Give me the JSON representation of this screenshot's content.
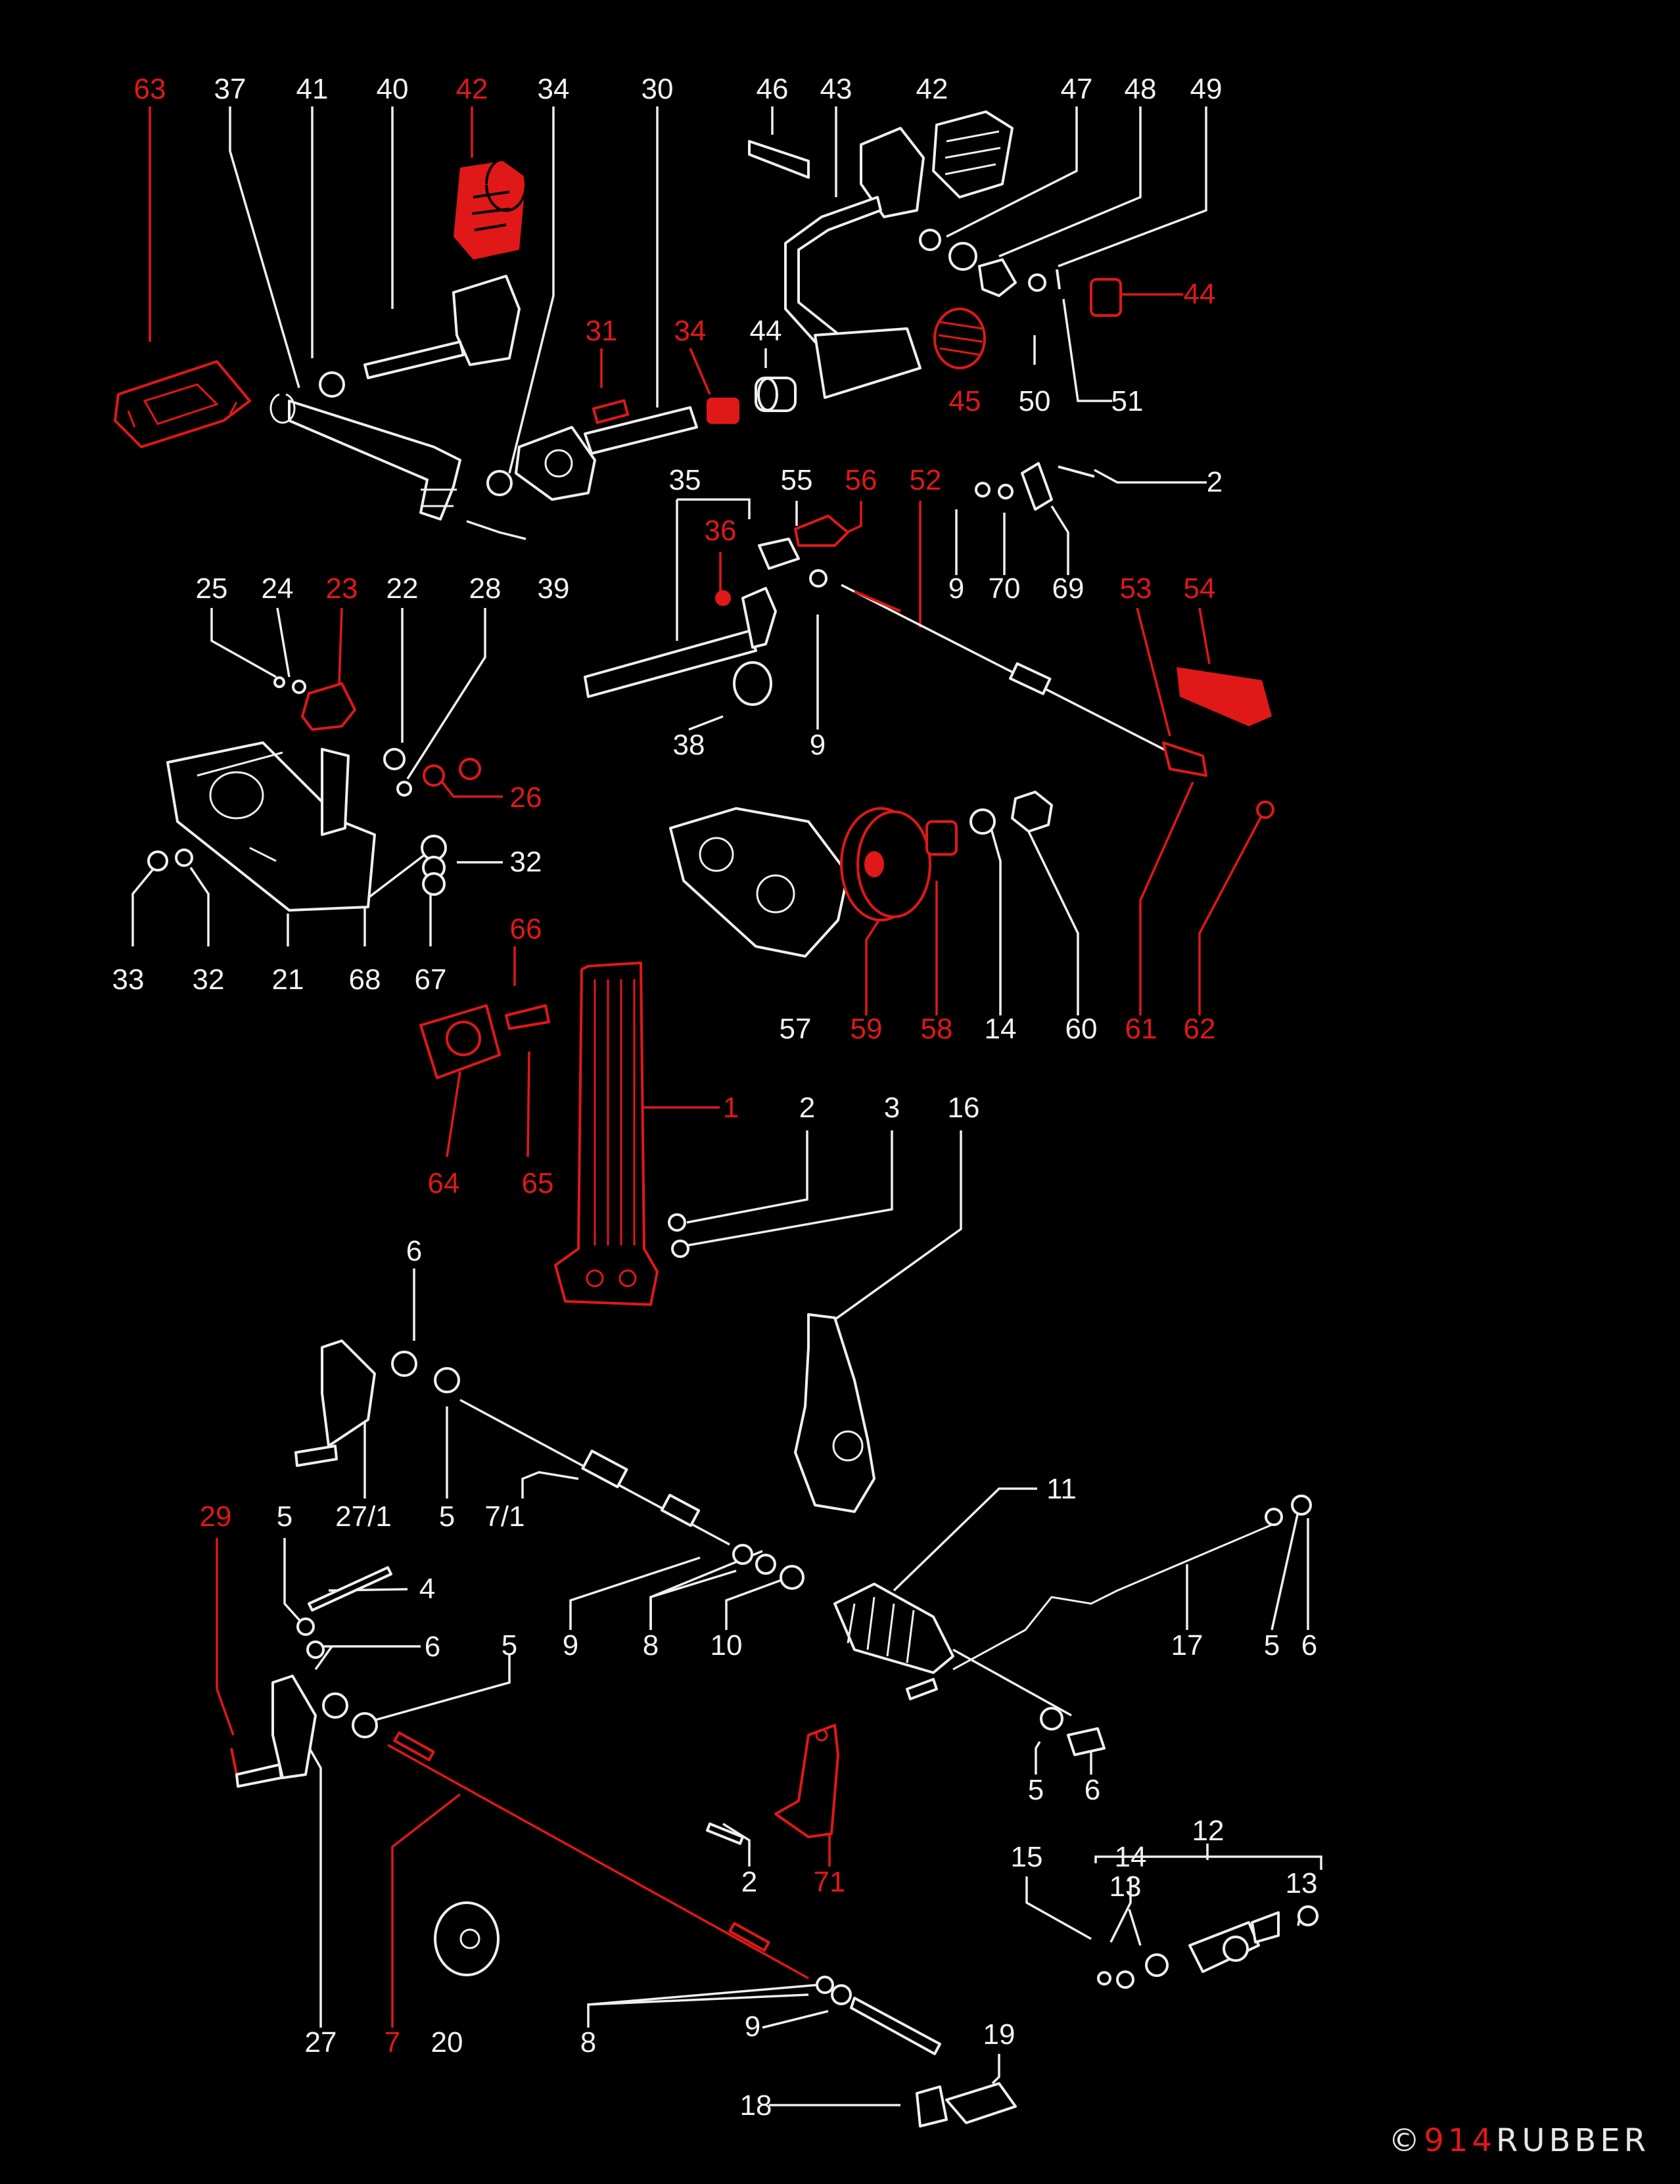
{
  "labels": {
    "l63": "63",
    "l37": "37",
    "l41": "41",
    "l40": "40",
    "l42a": "42",
    "l34a": "34",
    "l30": "30",
    "l46": "46",
    "l43": "43",
    "l42b": "42",
    "l47": "47",
    "l48": "48",
    "l49": "49",
    "l44a": "44",
    "l31": "31",
    "l34b": "34",
    "l44b": "44",
    "l45": "45",
    "l50": "50",
    "l51": "51",
    "l35": "35",
    "l55": "55",
    "l56": "56",
    "l52": "52",
    "l2a": "2",
    "l36": "36",
    "l9a": "9",
    "l70": "70",
    "l69": "69",
    "l39": "39",
    "l25": "25",
    "l24": "24",
    "l23": "23",
    "l22": "22",
    "l28": "28",
    "l26": "26",
    "l53": "53",
    "l54": "54",
    "l38": "38",
    "l9b": "9",
    "l32a": "32",
    "l33": "33",
    "l32b": "32",
    "l21": "21",
    "l68": "68",
    "l67": "67",
    "l66": "66",
    "l57": "57",
    "l59": "59",
    "l58": "58",
    "l14a": "14",
    "l60": "60",
    "l61": "61",
    "l62": "62",
    "l1": "1",
    "l2b": "2",
    "l3": "3",
    "l16": "16",
    "l64": "64",
    "l65": "65",
    "l6a": "6",
    "l27_1": "27/1",
    "l5a": "5",
    "l7_1": "7/1",
    "l11": "11",
    "l29": "29",
    "l5b": "5",
    "l4": "4",
    "l6b": "6",
    "l5c": "5",
    "l9c": "9",
    "l8a": "8",
    "l10": "10",
    "l17": "17",
    "l5d": "5",
    "l6c": "6",
    "l5e": "5",
    "l6d": "6",
    "l2c": "2",
    "l71": "71",
    "l15": "15",
    "l14b": "14",
    "l12": "12",
    "l13a": "13",
    "l13b": "13",
    "l27": "27",
    "l7": "7",
    "l20": "20",
    "l8b": "8",
    "l9d": "9",
    "l19": "19",
    "l18": "18"
  },
  "colors": {
    "highlight": "#e01818",
    "linework": "#efefef",
    "background": "#000000"
  },
  "copyright": {
    "symbol": "©",
    "number": "914",
    "brand": "RUBBER"
  }
}
